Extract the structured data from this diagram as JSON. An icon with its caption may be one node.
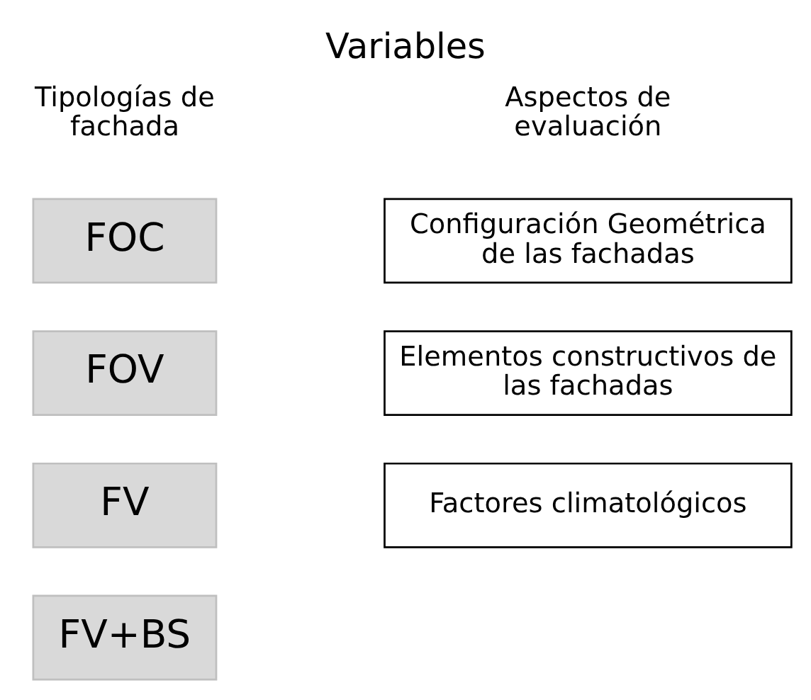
{
  "diagram": {
    "title": "Variables",
    "nodes": [
      {
        "text": [
          "FOC"
        ]
      },
      {
        "text": [
          "FOV"
        ]
      },
      {
        "text": [
          "FV"
        ]
      },
      {
        "text": [
          "FV+BS"
        ]
      },
      {
        "text": [
          "Configuración Geométrica de las fachadas"
        ]
      },
      {
        "text": [
          "Elementos constructivos de las fachadas"
        ]
      },
      {
        "text": [
          "Factores climatológicos"
        ]
      }
    ],
    "labels": [
      "Tipologías de fachada",
      "Aspectos de evaluación"
    ]
  }
}
